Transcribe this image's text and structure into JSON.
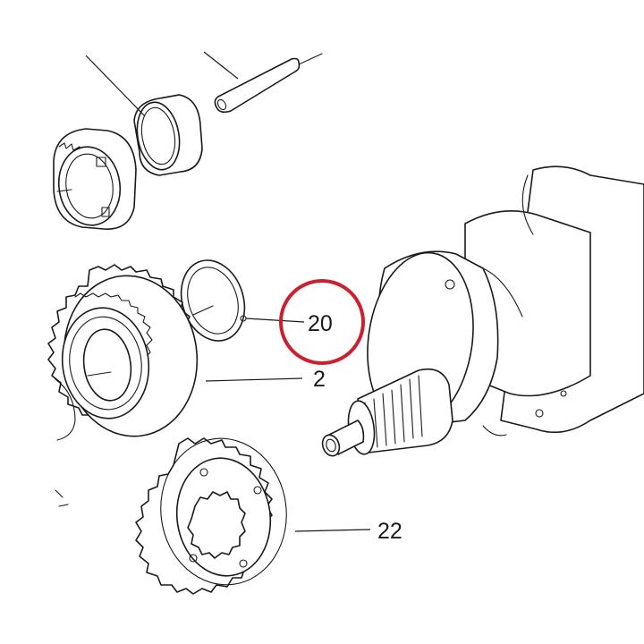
{
  "callouts": {
    "part_20": "20",
    "part_2": "2",
    "part_22": "22"
  },
  "colors": {
    "line": "#1a1a1a",
    "highlight": "#cc1f2f",
    "background": "#ffffff"
  }
}
